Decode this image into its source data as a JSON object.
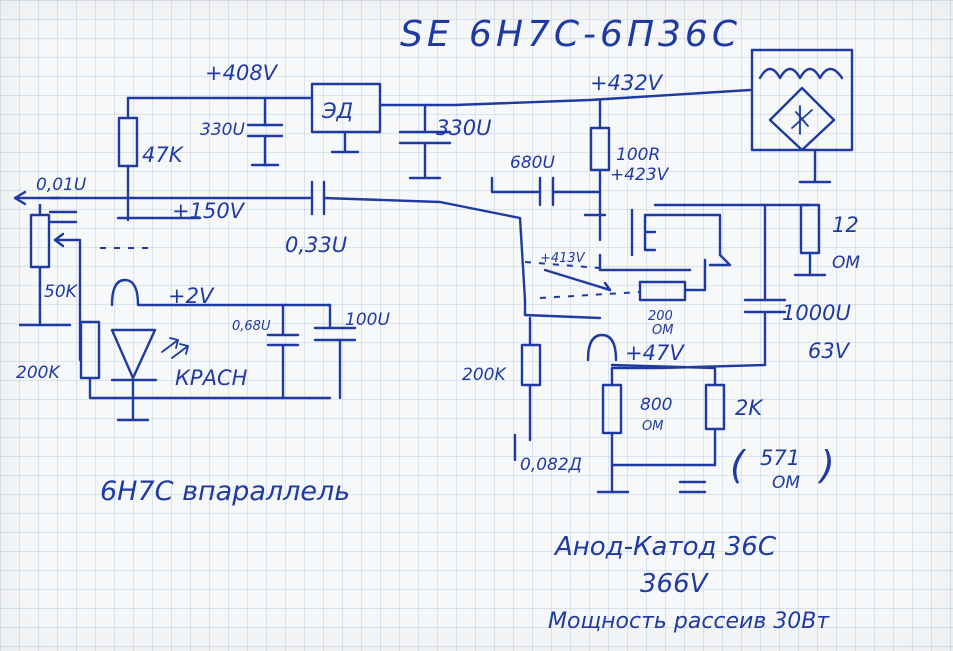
{
  "title": "SE 6Н7С-6П36С",
  "labels": {
    "b_plus_408": "+408V",
    "b_plus_432": "+432V",
    "b_plus_423": "+423V",
    "b_plus_150": "+150V",
    "b_plus_413": "+413V",
    "b_plus_2": "+2V",
    "b_plus_47": "+47V",
    "c330_left": "330U",
    "c330_right": "330U",
    "choke": "ЭД",
    "r47k": "47K",
    "c680": "680U",
    "r100": "100R",
    "c001": "0,01U",
    "c033": "0,33U",
    "pot50k": "50K",
    "r200k_left": "200K",
    "led": "КРАСН",
    "c680_small": "0,68U",
    "c100": "100U",
    "r12_a": "12",
    "r12_b": "ОМ",
    "r200_a": "200",
    "r200_b": "ОМ",
    "c1000": "1000U",
    "v63": "63V",
    "r200k_right": "200K",
    "c0082": "0,082Д",
    "r800_a": "800",
    "r800_b": "ОМ",
    "r2k": "2K",
    "par_a": "571",
    "par_b": "ОМ",
    "par_open": "(",
    "par_close": ")",
    "tube_note": "6Н7С впараллель",
    "note_line1": "Анод-Катод 36С",
    "note_line2": "366V",
    "note_line3": "Мощность рассеив 30Вт"
  }
}
